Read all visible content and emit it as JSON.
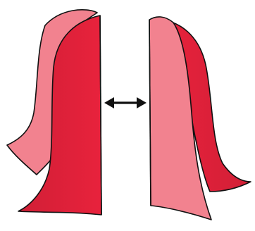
{
  "diagram": {
    "pieces": [
      {
        "name": "left-piece",
        "front_color": "#e8223c",
        "back_color": "#f2828f"
      },
      {
        "name": "right-piece",
        "front_color": "#f2828f",
        "back_color": "#e8223c"
      }
    ],
    "connector": {
      "icon": "double-headed-arrow",
      "color": "#111111"
    },
    "outline_color": "#111111"
  }
}
